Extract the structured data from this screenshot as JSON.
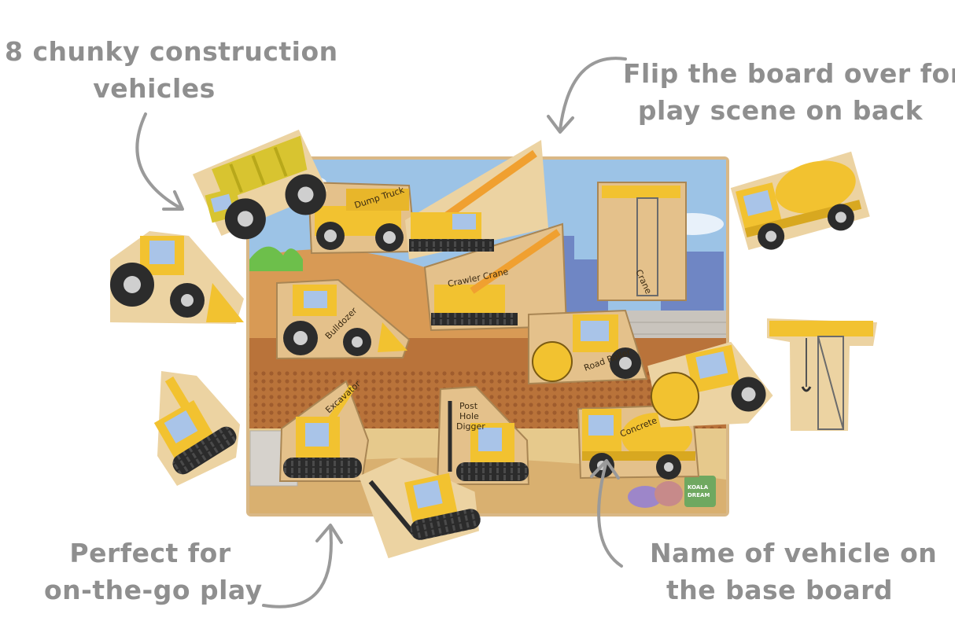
{
  "callouts": {
    "vehicles": {
      "line1": "8 chunky construction",
      "line2": "vehicles"
    },
    "flip": {
      "line1": "Flip the board over for",
      "line2": "play scene on back"
    },
    "perfect": {
      "line1": "Perfect for",
      "line2": "on-the-go play"
    },
    "name": {
      "line1": "Name of vehicle on",
      "line2": "the base board"
    }
  },
  "board_labels": {
    "dump_truck": "Dump Truck",
    "crawler_crane": "Crawler Crane",
    "crane": "Crane",
    "bulldozer": "Bulldozer",
    "road_roller": "Road Roller",
    "excavator": "Excavator",
    "post_hole_digger_1": "Post",
    "post_hole_digger_2": "Hole",
    "post_hole_digger_3": "Digger",
    "concrete_mixer": "Concrete Mixer"
  },
  "logo": {
    "line1": "KOALA",
    "line2": "DREAM"
  },
  "colors": {
    "callout_text": "#8f8f8f",
    "arrow": "#9a9a9a",
    "vehicle_yellow": "#f2c230",
    "wood": "#e9cf9f",
    "sky": "#9cc3e6",
    "dirt": "#b9733a"
  }
}
